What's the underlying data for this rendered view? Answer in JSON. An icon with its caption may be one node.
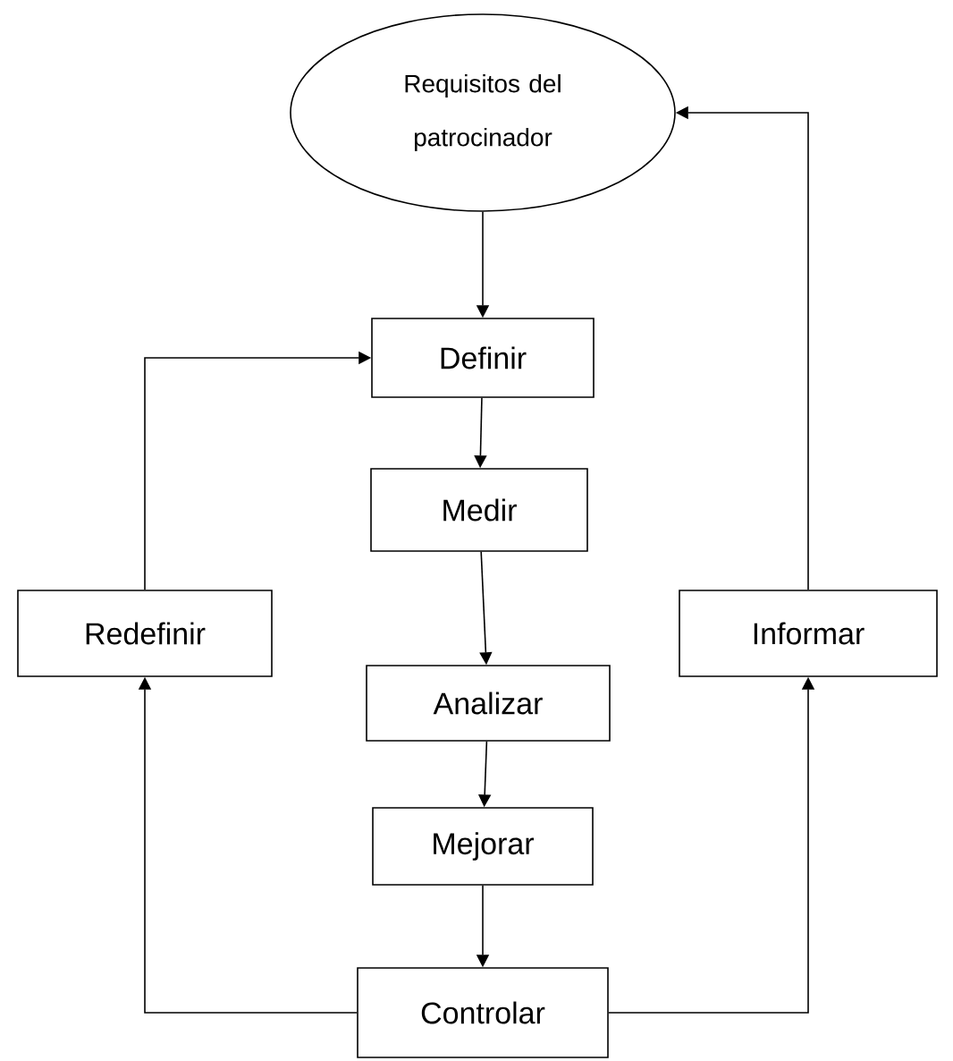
{
  "diagram": {
    "nodes": [
      {
        "text": [
          "Requisitos del patrocinador"
        ]
      },
      {
        "text": [
          "Definir"
        ]
      },
      {
        "text": [
          "Medir"
        ]
      },
      {
        "text": [
          "Analizar"
        ]
      },
      {
        "text": [
          "Mejorar"
        ]
      },
      {
        "text": [
          "Controlar"
        ]
      },
      {
        "text": [
          "Redefinir"
        ]
      },
      {
        "text": [
          "Informar"
        ]
      }
    ],
    "edges": [
      {
        "from": 0,
        "to": 1,
        "arrow": "to"
      },
      {
        "from": 1,
        "to": 2,
        "arrow": "to"
      },
      {
        "from": 2,
        "to": 3,
        "arrow": "to"
      },
      {
        "from": 3,
        "to": 4,
        "arrow": "to"
      },
      {
        "from": 4,
        "to": 5,
        "arrow": "to"
      },
      {
        "from": 5,
        "to": 6,
        "arrow": "to"
      },
      {
        "from": 6,
        "to": 1,
        "arrow": "to"
      },
      {
        "from": 5,
        "to": 7,
        "arrow": "to"
      },
      {
        "from": 7,
        "to": 0,
        "arrow": "to"
      }
    ]
  }
}
